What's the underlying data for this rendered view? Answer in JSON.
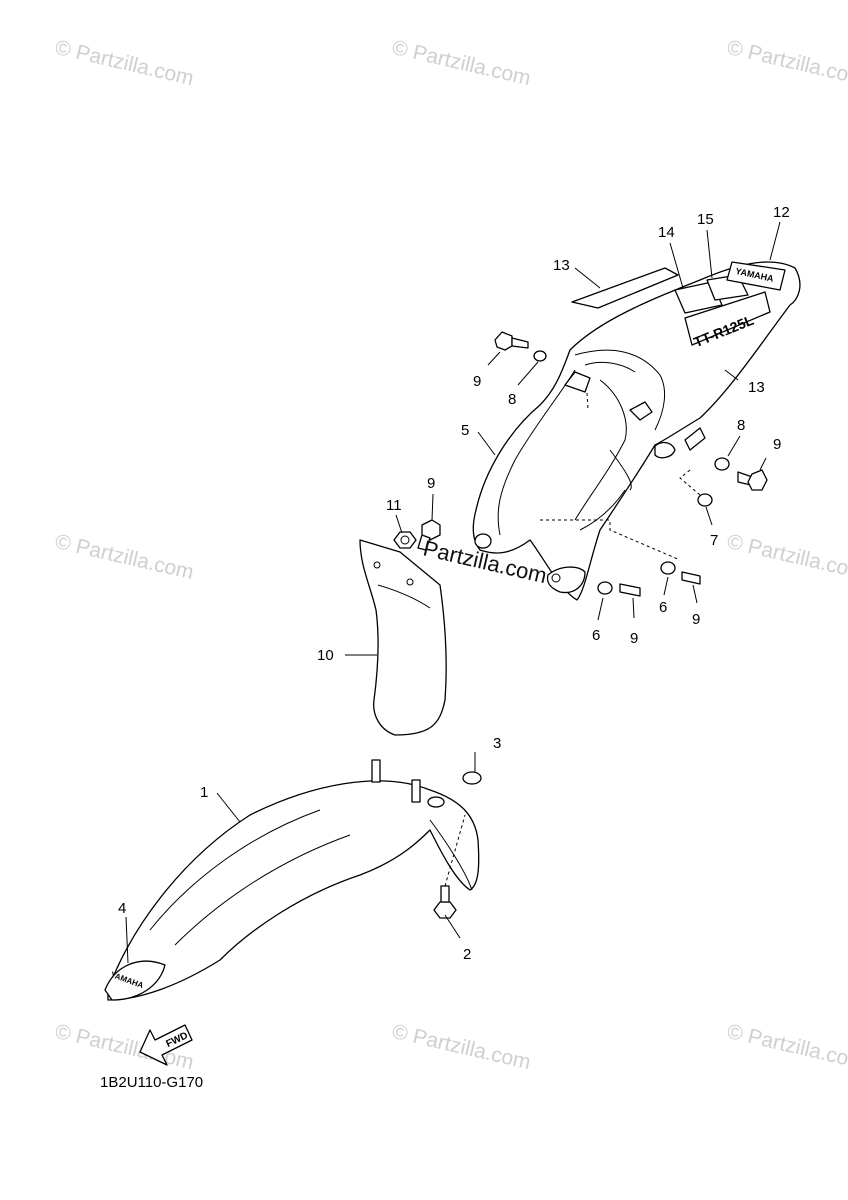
{
  "watermark": "© Partzilla.com",
  "center_watermark": "Partzilla.com",
  "diagram_code": "1B2U110-G170",
  "fwd_label": "FWD",
  "decal_text": {
    "brand": "YAMAHA",
    "model": "TT-R125L"
  },
  "callouts": [
    "1",
    "2",
    "3",
    "4",
    "5",
    "6",
    "6",
    "7",
    "8",
    "8",
    "9",
    "9",
    "9",
    "9",
    "9",
    "10",
    "11",
    "12",
    "13",
    "13",
    "14",
    "15"
  ]
}
